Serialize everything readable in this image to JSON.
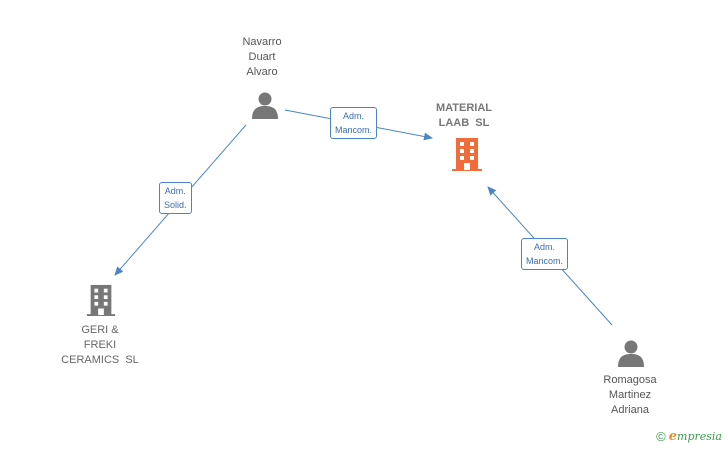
{
  "nodes": {
    "navarro": {
      "lines": [
        "Navarro",
        "Duart",
        "Alvaro"
      ]
    },
    "material": {
      "lines": [
        "MATERIAL",
        "LAAB  SL"
      ]
    },
    "geri": {
      "lines": [
        "GERI &",
        "FREKI",
        "CERAMICS  SL"
      ]
    },
    "romagosa": {
      "lines": [
        "Romagosa",
        "Martinez",
        "Adriana"
      ]
    }
  },
  "edges": {
    "navarro_material": {
      "lines": [
        "Adm.",
        "Mancom."
      ]
    },
    "navarro_geri": {
      "lines": [
        "Adm.",
        "Solid."
      ]
    },
    "romagosa_material": {
      "lines": [
        "Adm.",
        "Mancom."
      ]
    }
  },
  "colors": {
    "edge": "#4a86c5",
    "person_icon": "#777777",
    "company_main_icon": "#f26b3a",
    "company_other_icon": "#777777"
  },
  "footer": {
    "copyright_symbol": "©",
    "brand_first_letter": "e",
    "brand_rest": "mpresia"
  }
}
